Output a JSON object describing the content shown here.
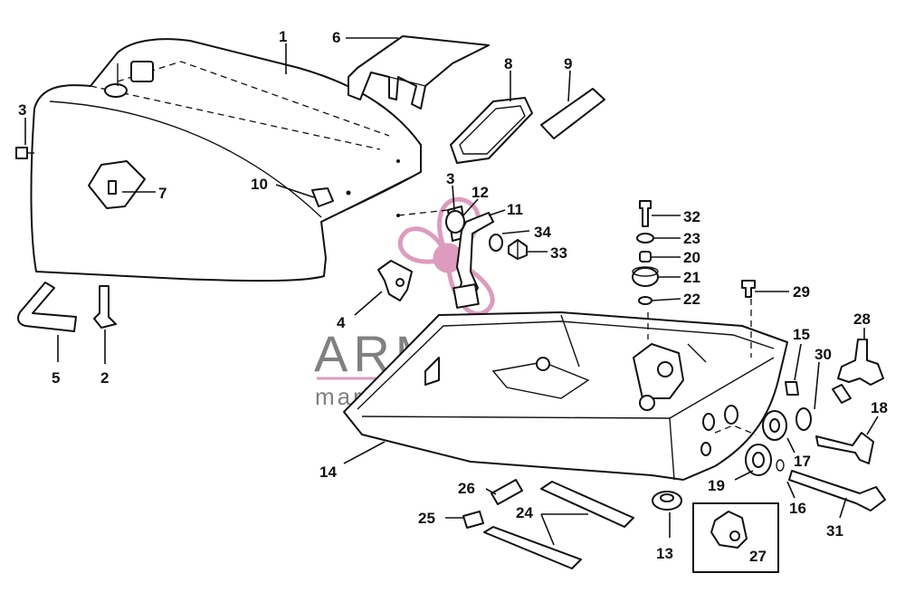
{
  "callouts": [
    "1",
    "2",
    "3",
    "3",
    "4",
    "5",
    "6",
    "7",
    "8",
    "9",
    "10",
    "11",
    "12",
    "13",
    "14",
    "15",
    "16",
    "17",
    "18",
    "19",
    "20",
    "21",
    "22",
    "23",
    "24",
    "25",
    "26",
    "27",
    "28",
    "29",
    "30",
    "31",
    "32",
    "33",
    "34"
  ],
  "watermark": {
    "brand": "ARMADA",
    "tagline": "marine outboards",
    "color": "#d98ab3",
    "text_color": "#6b6b6b"
  }
}
